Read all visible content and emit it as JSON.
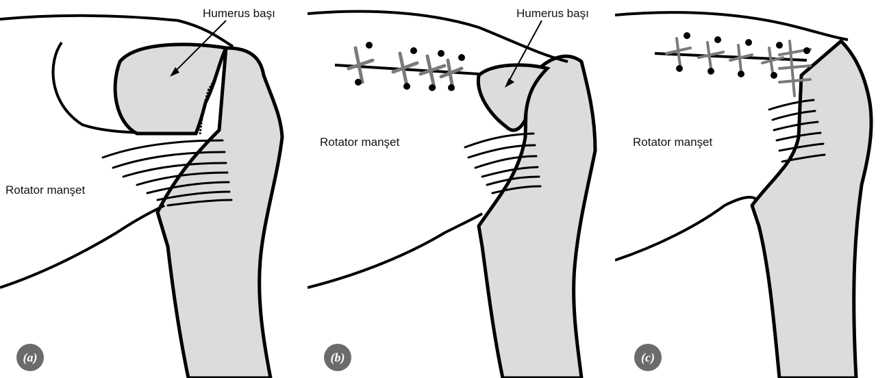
{
  "colors": {
    "bone_fill": "#dcdcdc",
    "outline": "#000000",
    "badge": "#6b6b6b",
    "suture": "#7a7a7a"
  },
  "panels": [
    {
      "letter": "(a)",
      "labels": {
        "head": "Humerus başı",
        "cuff": "Rotator manşet"
      }
    },
    {
      "letter": "(b)",
      "labels": {
        "head": "Humerus başı",
        "cuff": "Rotator manşet"
      }
    },
    {
      "letter": "(c)",
      "labels": {
        "head": "",
        "cuff": "Rotator manşet"
      }
    }
  ]
}
